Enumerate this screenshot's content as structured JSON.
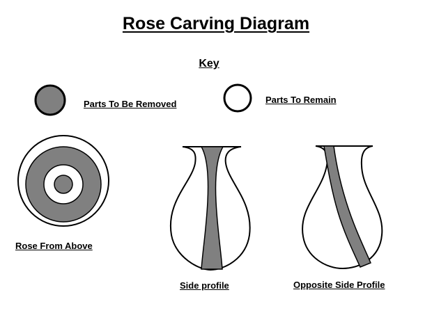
{
  "title": "Rose Carving Diagram",
  "key": {
    "heading": "Key",
    "removed_label": "Parts To Be Removed",
    "remain_label": "Parts To Remain"
  },
  "views": {
    "above_label": "Rose From Above",
    "side_label": "Side profile",
    "opposite_label": "Opposite Side Profile"
  },
  "colors": {
    "removed_fill": "#808080",
    "remain_fill": "#ffffff",
    "outline": "#000000"
  }
}
